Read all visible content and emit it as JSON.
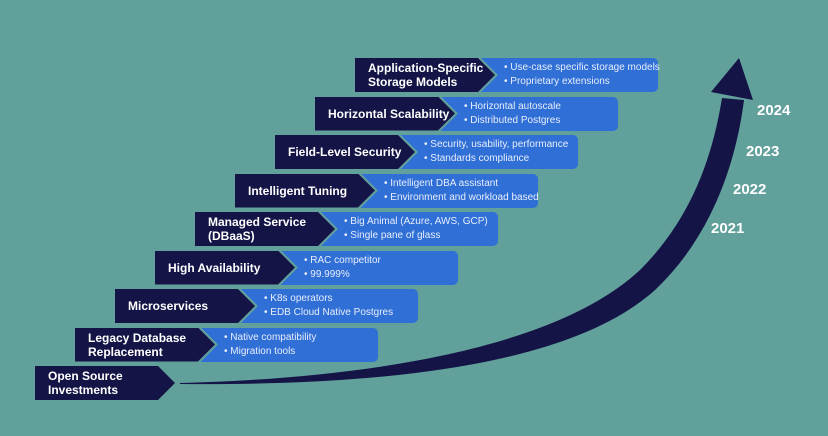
{
  "colors": {
    "background": "#62a09c",
    "label_fill": "#141546",
    "detail_fill": "#2f6fd6",
    "text": "#ffffff",
    "arrow": "#141546"
  },
  "steps": [
    {
      "title": "Open Source Investments",
      "title_lines": [
        "Open Source",
        "Investments"
      ],
      "bullets": []
    },
    {
      "title": "Legacy Database Replacement",
      "title_lines": [
        "Legacy Database",
        "Replacement"
      ],
      "bullets": [
        "Native compatibility",
        "Migration tools"
      ]
    },
    {
      "title": "Microservices",
      "title_lines": [
        "Microservices"
      ],
      "bullets": [
        "K8s operators",
        "EDB Cloud Native Postgres"
      ]
    },
    {
      "title": "High Availability",
      "title_lines": [
        "High Availability"
      ],
      "bullets": [
        "RAC competitor",
        "99.999%"
      ]
    },
    {
      "title": "Managed Service (DBaaS)",
      "title_lines": [
        "Managed Service",
        "(DBaaS)"
      ],
      "bullets": [
        "Big Animal (Azure, AWS, GCP)",
        "Single pane of glass"
      ]
    },
    {
      "title": "Intelligent Tuning",
      "title_lines": [
        "Intelligent Tuning"
      ],
      "bullets": [
        "Intelligent DBA assistant",
        "Environment and workload based"
      ]
    },
    {
      "title": "Field-Level Security",
      "title_lines": [
        "Field-Level Security"
      ],
      "bullets": [
        "Security, usability, performance",
        "Standards compliance"
      ]
    },
    {
      "title": "Horizontal Scalability",
      "title_lines": [
        "Horizontal Scalability"
      ],
      "bullets": [
        "Horizontal autoscale",
        "Distributed Postgres"
      ]
    },
    {
      "title": "Application-Specific Storage Models",
      "title_lines": [
        "Application-Specific",
        "Storage Models"
      ],
      "bullets": [
        "Use-case specific storage models",
        "Proprietary extensions"
      ]
    }
  ],
  "bullet_glyph": "•",
  "years": [
    "2021",
    "2022",
    "2023",
    "2024"
  ],
  "arrow_icon": "growth-arrow-icon"
}
